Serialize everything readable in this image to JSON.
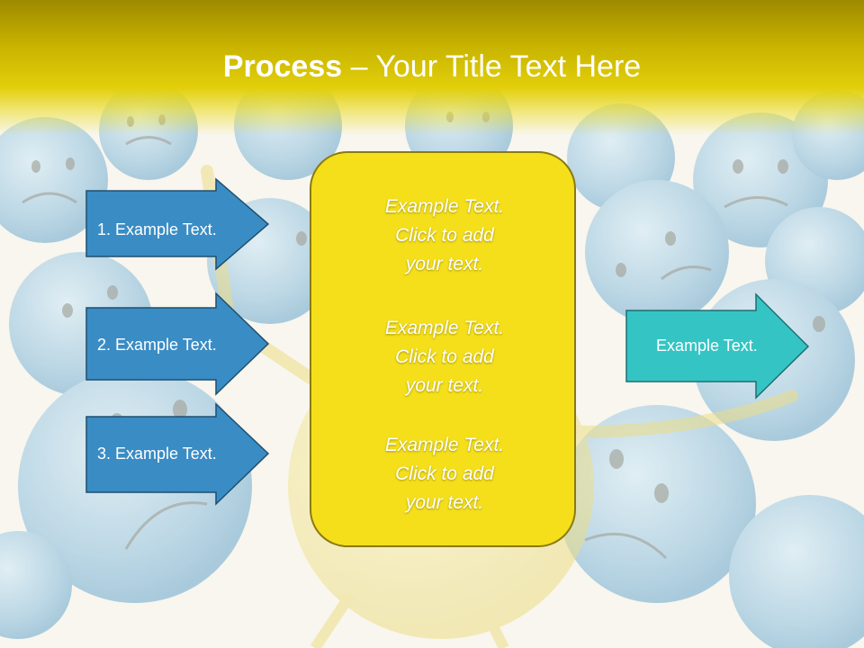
{
  "slide": {
    "title_bold": "Process",
    "title_rest": " – Your Title Text Here"
  },
  "left_arrows": [
    {
      "label": "1. Example Text."
    },
    {
      "label": "2. Example Text."
    },
    {
      "label": "3. Example Text."
    }
  ],
  "center_box": {
    "paragraphs": [
      "Example Text.\nClick  to add\nyour text.",
      "Example Text.\nClick  to add\nyour text.",
      "Example Text.\nClick  to add\nyour text."
    ]
  },
  "right_arrow": {
    "label": "Example Text."
  },
  "colors": {
    "header": "#d9c400",
    "left_arrow_fill": "#3a8cc4",
    "right_arrow_fill": "#35c4c4",
    "center_box_fill": "#f5df1a",
    "background_faces": "#a9cde0"
  }
}
